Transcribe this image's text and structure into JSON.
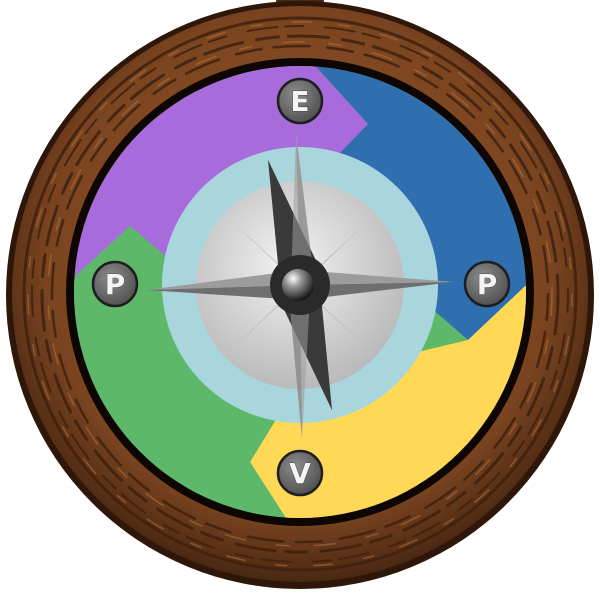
{
  "compass": {
    "labels": {
      "top": "E",
      "left": "P",
      "right": "P",
      "bottom": "V"
    },
    "colors": {
      "frame_dark": "#3a1f0e",
      "frame_wood": "#7a4420",
      "frame_grain": "#4a2812",
      "quadrant_purple": "#a86bdc",
      "quadrant_blue": "#2f6fb0",
      "quadrant_yellow": "#ffd955",
      "quadrant_green": "#5db86a",
      "inner_ring": "#a9d6dc",
      "dial_light": "#eeeeee",
      "dial_dark": "#b5b5b5",
      "needle_dark": "#3a3a3a",
      "needle_light": "#9a9a9a",
      "badge_fill": "#6e6e6e"
    }
  }
}
